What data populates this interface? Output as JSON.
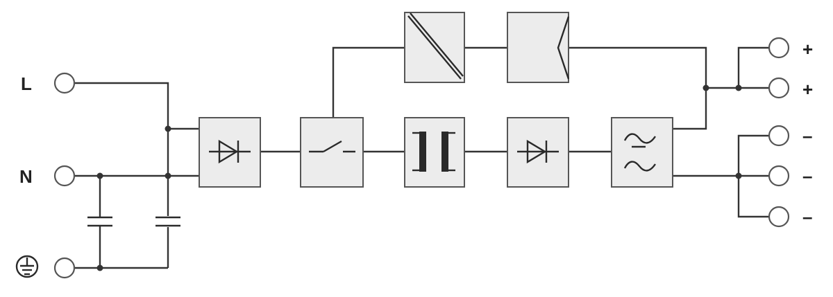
{
  "terminals": {
    "line_label": "L",
    "neutral_label": "N",
    "earth_symbol": "protective-earth-icon"
  },
  "outputs": {
    "positive_labels": [
      "+",
      "+"
    ],
    "negative_labels": [
      "–",
      "–",
      "–"
    ]
  },
  "blocks": [
    {
      "id": "input-rectifier",
      "icon": "diode-icon"
    },
    {
      "id": "switching-stage",
      "icon": "switch-icon"
    },
    {
      "id": "transformer",
      "icon": "transformer-icon"
    },
    {
      "id": "output-rectifier",
      "icon": "diode-icon"
    },
    {
      "id": "output-filter",
      "icon": "filter-icon"
    },
    {
      "id": "feedback-controller",
      "icon": "dc-dc-converter-icon"
    },
    {
      "id": "optocoupler",
      "icon": "optocoupler-icon"
    }
  ]
}
